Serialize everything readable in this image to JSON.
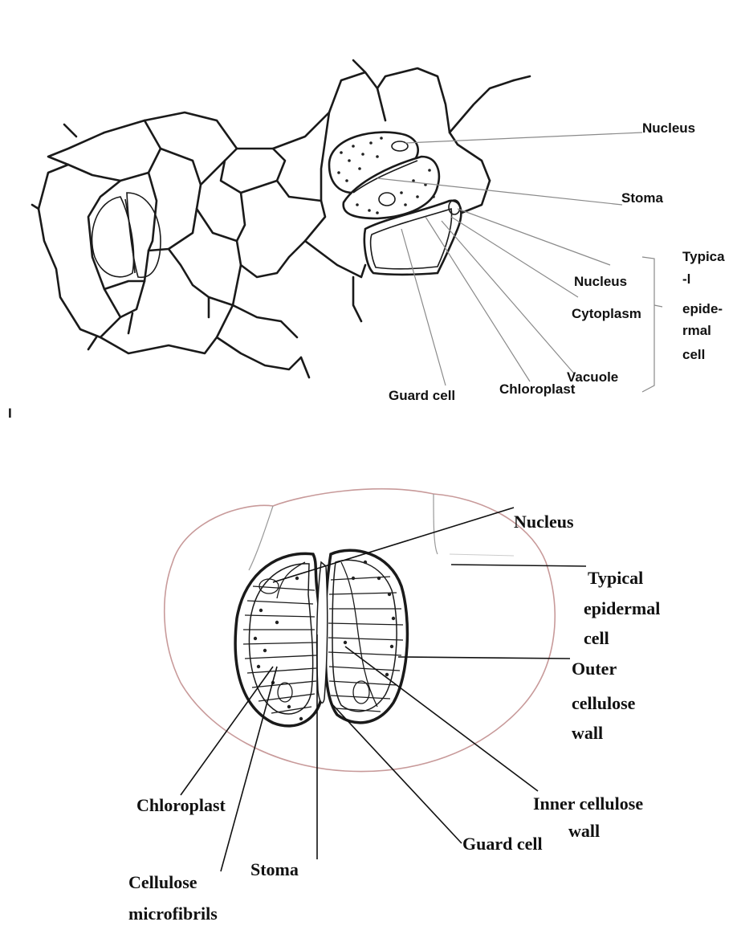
{
  "fig1": {
    "labels": {
      "nucleus_top": "Nucleus",
      "stoma": "Stoma",
      "nucleus": "Nucleus",
      "cytoplasm": "Cytoplasm",
      "vacuole": "Vacuole",
      "chloroplast": "Chloroplast",
      "guard_cell": "Guard cell",
      "typical_1": "Typica",
      "typical_2": "-l",
      "typical_3": "epide-",
      "typical_4": "rmal",
      "typical_5": "cell"
    },
    "stray_mark": "I"
  },
  "fig2": {
    "labels": {
      "nucleus": "Nucleus",
      "typical_1": "Typical",
      "typical_2": "epidermal",
      "typical_3": "cell",
      "outer_1": "Outer",
      "outer_2": "cellulose",
      "outer_3": "wall",
      "inner_1": "Inner cellulose",
      "inner_2": "wall",
      "guard_cell": "Guard cell",
      "stoma": "Stoma",
      "chloroplast": "Chloroplast",
      "cellulose_1": "Cellulose",
      "cellulose_2": "microfibrils"
    }
  }
}
